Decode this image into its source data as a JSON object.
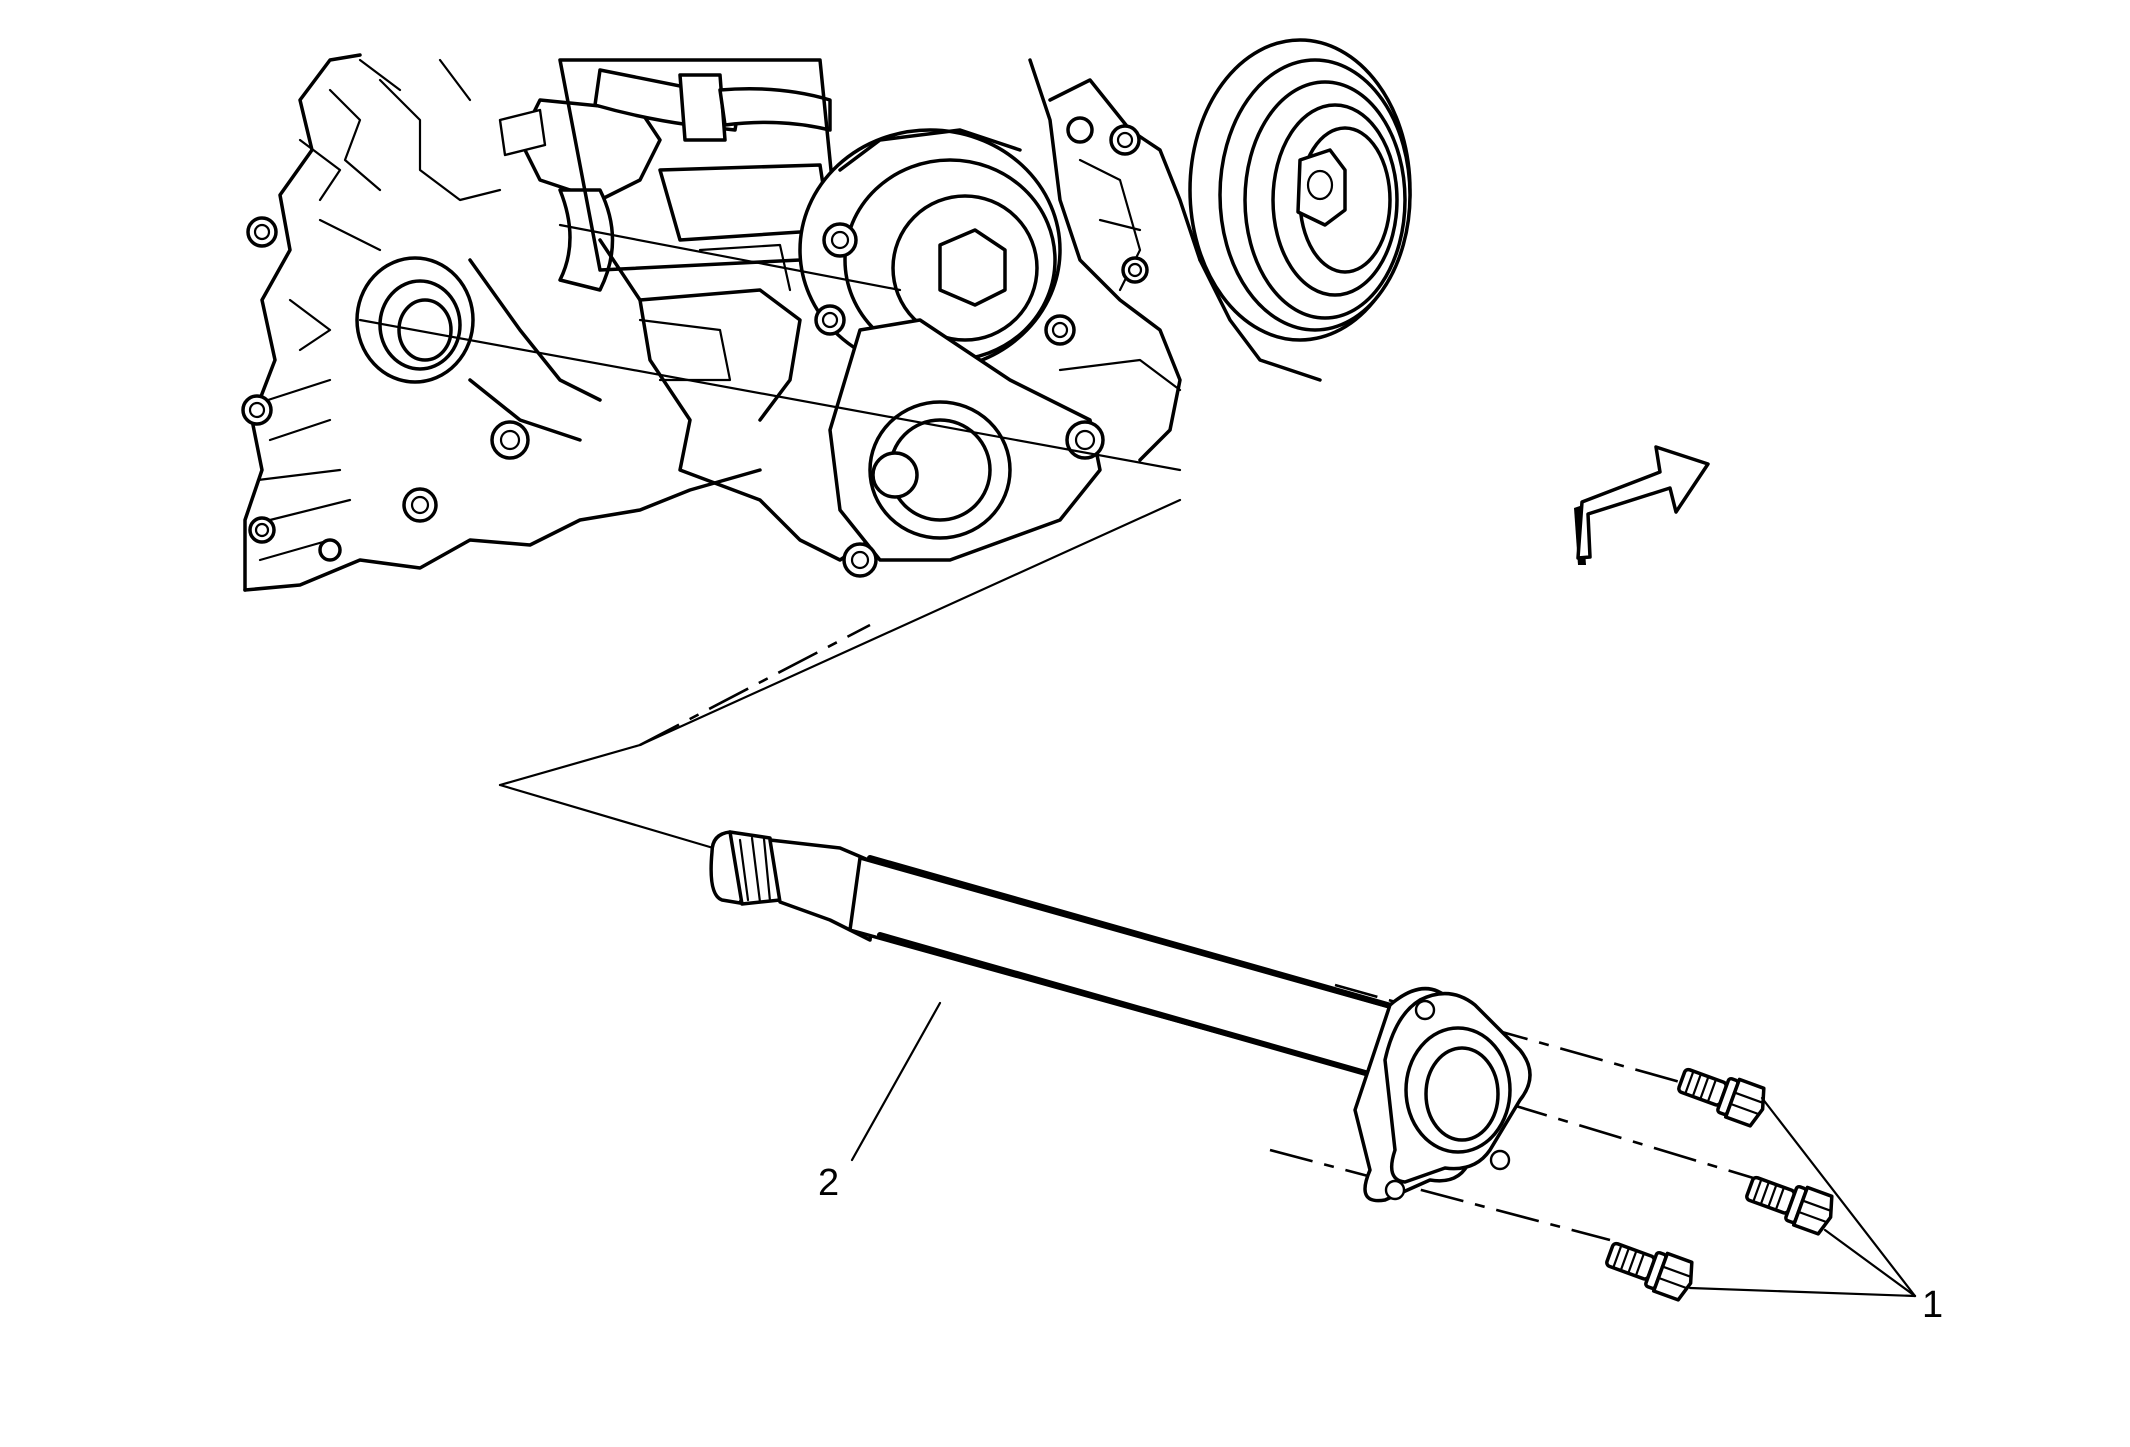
{
  "diagram": {
    "callouts": [
      {
        "id": "1",
        "label": "1",
        "target": "bolts"
      },
      {
        "id": "2",
        "label": "2",
        "target": "intermediate-shaft"
      }
    ],
    "direction_arrow": "front-arrow-icon"
  }
}
